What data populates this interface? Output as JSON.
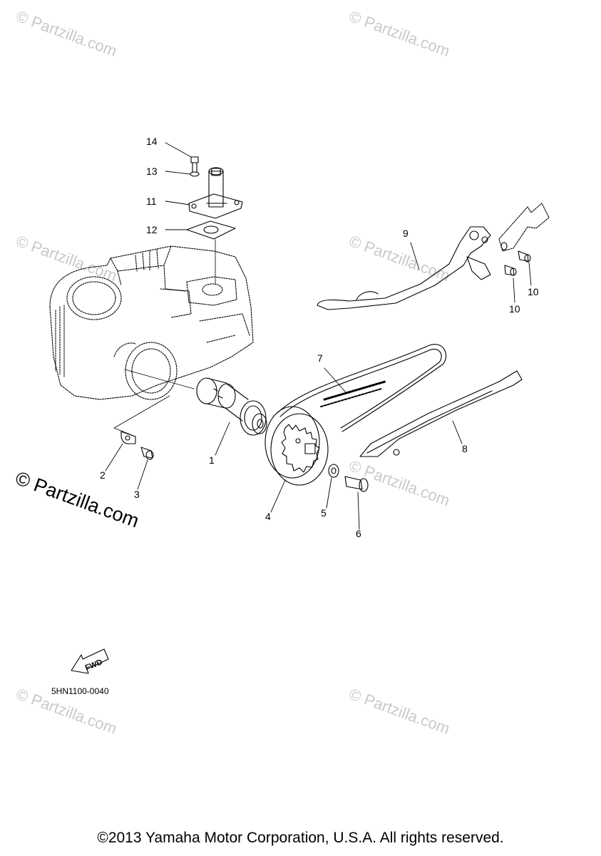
{
  "watermark_text": "© Partzilla.com",
  "copyright": "©2013 Yamaha Motor Corporation, U.S.A. All rights reserved.",
  "diagram_code": "5HN1100-0040",
  "fwd_label": "FWD",
  "callouts": {
    "c1": "1",
    "c2": "2",
    "c3": "3",
    "c4": "4",
    "c5": "5",
    "c6": "6",
    "c7": "7",
    "c8": "8",
    "c9": "9",
    "c10a": "10",
    "c10b": "10",
    "c11": "11",
    "c12": "12",
    "c13": "13",
    "c14": "14"
  }
}
